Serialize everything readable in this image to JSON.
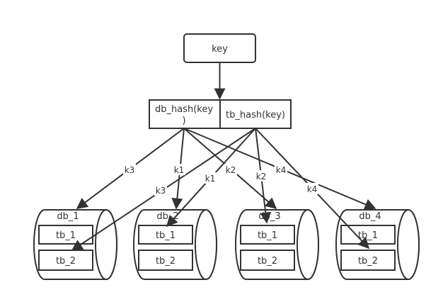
{
  "key_node": {
    "label": "key"
  },
  "hash_node": {
    "db_label_line1": "db_hash(key",
    "db_label_line2": ")",
    "tb_label": "tb_hash(key)"
  },
  "databases": [
    {
      "name": "db_1",
      "tables": [
        "tb_1",
        "tb_2"
      ]
    },
    {
      "name": "db_2",
      "tables": [
        "tb_1",
        "tb_2"
      ]
    },
    {
      "name": "db_3",
      "tables": [
        "tb_1",
        "tb_2"
      ]
    },
    {
      "name": "db_4",
      "tables": [
        "tb_1",
        "tb_2"
      ]
    }
  ],
  "edge_labels": {
    "db_k3": "k3",
    "db_k1": "k1",
    "db_k2": "k2",
    "db_k4": "k4",
    "tb_k3": "k3",
    "tb_k1": "k1",
    "tb_k2": "k2",
    "tb_k4": "k4"
  },
  "colors": {
    "stroke": "#333333",
    "background": "#ffffff"
  }
}
